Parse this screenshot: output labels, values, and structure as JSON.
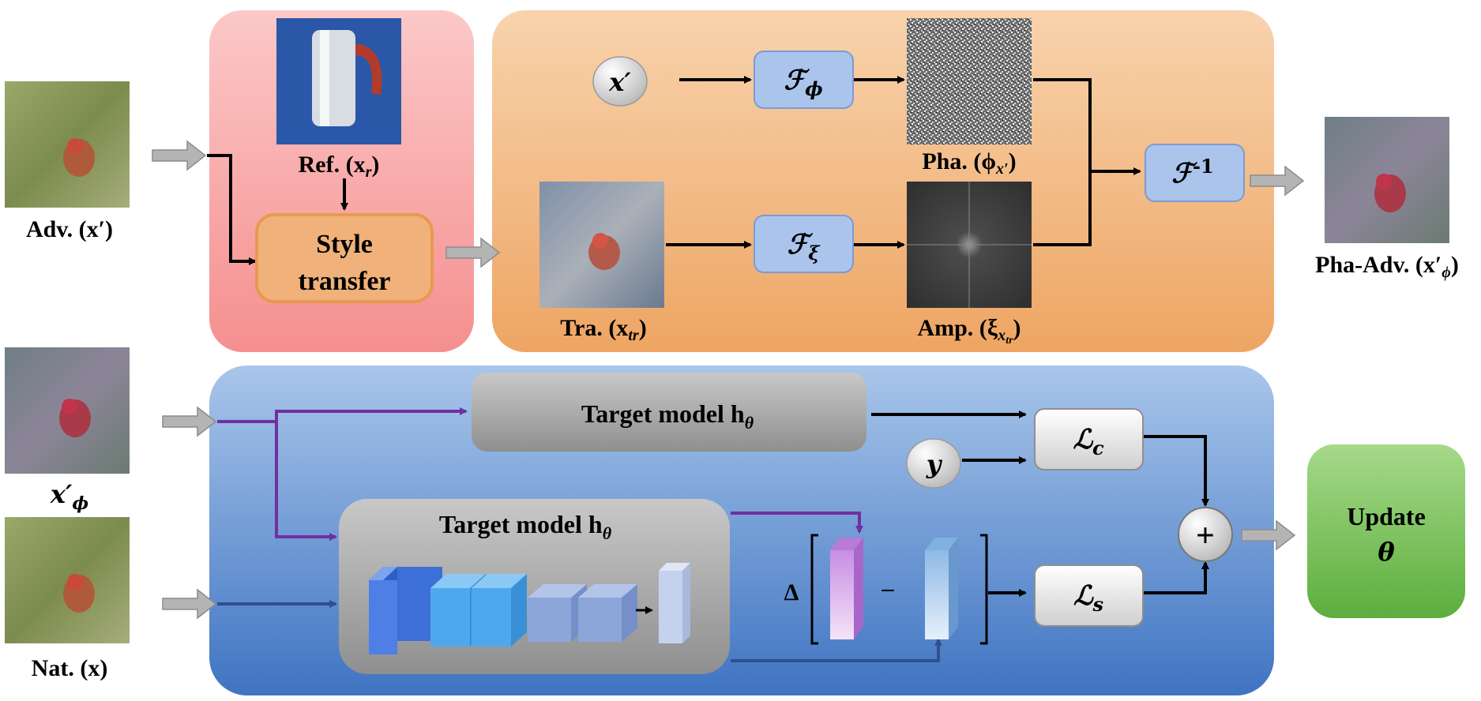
{
  "colors": {
    "style_panel": "#f7a0a0",
    "fourier_panel": "#f2b47a",
    "training_panel": "#5f8fd0",
    "node_box": "#aac4ec",
    "node_border": "#7d9bd2",
    "style_box": "#f0b27a",
    "target_box": "#a8a8a8",
    "loss_box": "#f0f0f0",
    "update_box": "#6fbf4f",
    "purple_line": "#7030a0",
    "navy_line": "#2f4f8f",
    "gray_arrow": "#b4b4b4"
  },
  "images": {
    "adv": "Adv. (x′)",
    "ref": "Ref. (x",
    "ref_sub": "r",
    "tra": "Tra. (x",
    "tra_sub": "tr",
    "pha": "Pha. (ϕ",
    "pha_sub": "x′",
    "amp": "Amp. (ξ",
    "amp_sub": "x",
    "amp_subsub": "tr",
    "pha_adv": "Pha-Adv. (x′",
    "pha_adv_sub": "ϕ",
    "x_phi": "x′",
    "x_phi_sub": "ϕ",
    "nat": "Nat. (x)",
    "close_paren": ")"
  },
  "nodes": {
    "style_line1": "Style",
    "style_line2": "transfer",
    "x_prime": "x′",
    "f_phi": "ℱ",
    "f_phi_sub": "ϕ",
    "f_xi": "ℱ",
    "f_xi_sub": "ξ",
    "f_inv": "ℱ",
    "f_inv_sup": "-1",
    "target_top": "Target model h",
    "target_top_sub": "θ",
    "target_bottom": "Target model h",
    "target_bottom_sub": "θ",
    "y": "y",
    "loss_c": "ℒ",
    "loss_c_sub": "c",
    "loss_s": "ℒ",
    "loss_s_sub": "s",
    "plus": "+",
    "delta": "Δ",
    "minus": "–",
    "update_line1": "Update",
    "update_line2": "θ"
  }
}
